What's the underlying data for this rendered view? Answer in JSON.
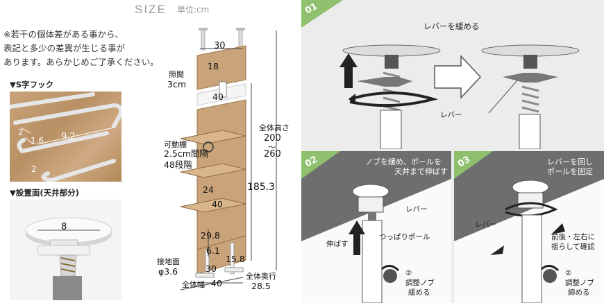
{
  "header": {
    "title": "SIZE",
    "unit": "単位:cm"
  },
  "notes": {
    "line1": "※若干の個体差がある事から、",
    "line2": "表記と多少の差異が生じる事が",
    "line3": "あります。あらかじめご了承ください。"
  },
  "hook": {
    "heading": "▼S字フック",
    "dim_a": "2",
    "dim_b": "1.6",
    "dim_c": "9.2",
    "dim_d": "2"
  },
  "mount": {
    "heading": "▼設置面(天井部分)",
    "width": "8"
  },
  "diagram": {
    "top_width": "30",
    "top_height": "18",
    "gap_label": "隙間",
    "gap_value": "3cm",
    "shelf_width_top": "40",
    "movable_label": "可動棚",
    "movable_pitch": "2.5cm間隔",
    "movable_steps": "48段階",
    "total_height_label": "全体高さ",
    "total_height_min": "200",
    "total_height_sep": "〜",
    "total_height_max": "260",
    "height_value": "185.3",
    "shelf_depth": "24",
    "shelf_width_low": "40",
    "low_height": "29.8",
    "foot_gap": "6.1",
    "foot_depth": "15.8",
    "base_label": "接地面",
    "base_diameter": "φ3.6",
    "base_depth": "30",
    "total_width_label": "全体幅",
    "total_width": "40",
    "total_depth_label": "全体奥行",
    "total_depth": "28.5"
  },
  "steps": [
    {
      "number": "01",
      "title": "レバーを緩める",
      "lever": "レバー"
    },
    {
      "number": "02",
      "title_line1": "ノブを緩め、ポールを",
      "title_line2": "天井まで伸ばす",
      "lever": "レバー",
      "pole": "つっぱりポール",
      "extend": "伸ばす",
      "knob_num": "②",
      "knob_line1": "調整ノブ",
      "knob_line2": "緩める"
    },
    {
      "number": "03",
      "title_line1": "レバーを回し",
      "title_line2": "ポールを固定",
      "lever": "レバー",
      "check_line1": "前後・左右に",
      "check_line2": "揺らして確認",
      "knob_num": "②",
      "knob_line1": "調整ノブ",
      "knob_line2": "締める"
    }
  ],
  "colors": {
    "step_green": "#8ec06e",
    "wood": "#c9a37a",
    "wood_dark": "#b08858",
    "panel_gray": "#ececec",
    "dark_gray": "#6e6e6e"
  }
}
